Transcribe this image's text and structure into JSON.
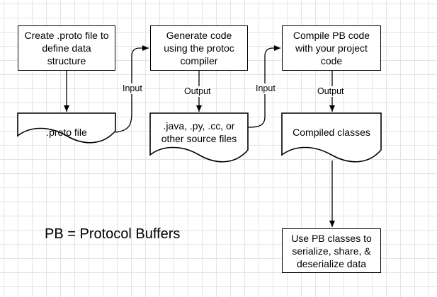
{
  "diagram": {
    "steps": {
      "create_proto": "Create .proto file to\ndefine data\nstructure",
      "generate_code": "Generate code\nusing the protoc\ncompiler",
      "compile_pb": "Compile PB code\nwith your project\ncode",
      "use_pb_classes": "Use PB classes to\nserialize, share, &\ndeserialize data"
    },
    "documents": {
      "proto_file": ".proto file",
      "source_files": ".java, .py, .cc, or\nother source files",
      "compiled_classes": "Compiled classes"
    },
    "edge_labels": {
      "input_1": "Input",
      "output_1": "Output",
      "input_2": "Input",
      "output_2": "Output"
    },
    "caption": "PB = Protocol Buffers"
  }
}
